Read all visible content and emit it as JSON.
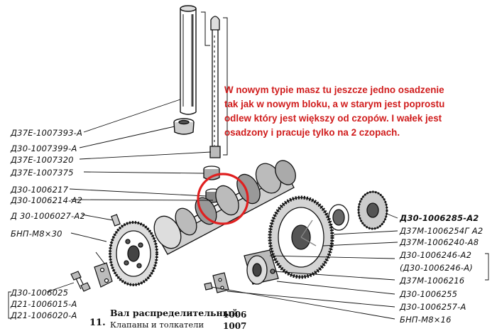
{
  "annotation": {
    "lines": [
      "W nowym typie masz tu jeszcze jedno osadzenie",
      "tak jak w nowym bloku, a w starym jest poprostu",
      "odlew który jest większy od czopów. I wałek jest",
      "osadzony i pracuje tylko na 2 czopach."
    ],
    "color": "#d01c1c"
  },
  "highlight": {
    "color": "#e02020",
    "shape": "circle"
  },
  "part_labels": {
    "pushrod_tube": "Д37E-1007393-A",
    "tube_seal": "Д30-1007399-A",
    "pushrod": "Д37E-1007320",
    "tappet": "Д37E-1007375",
    "camshaft": "Д30-1006217",
    "bushing": "Д30-1006214-A2",
    "key": "Д 30-1006027-A2",
    "bolt_bnp": "БНП-М8×30",
    "gear_front": "Д30-1006285-A2",
    "gear_front_alt": "Д37М-1006254Г A2",
    "gear_large": "Д37М-1006240-A8",
    "hub": "Д30-1006246-A2",
    "hub_alt": "(Д30-1006246-A)",
    "pin": "Д37М-1006216",
    "washer": "Д30-1006255",
    "lock_plate": "Д30-1006257-A",
    "bolt_bnp_small": "БНП-М8×16",
    "lock": "Д30-1006025",
    "thrust_plate": "Д21-1006015-A",
    "thrust_washer": "Д21-1006020-A"
  },
  "caption": {
    "figure_number": "11.",
    "title_line1": "Вал распределительный",
    "title_line2": "Клапаны и толкатели",
    "code1": "1006",
    "code2": "1007"
  }
}
